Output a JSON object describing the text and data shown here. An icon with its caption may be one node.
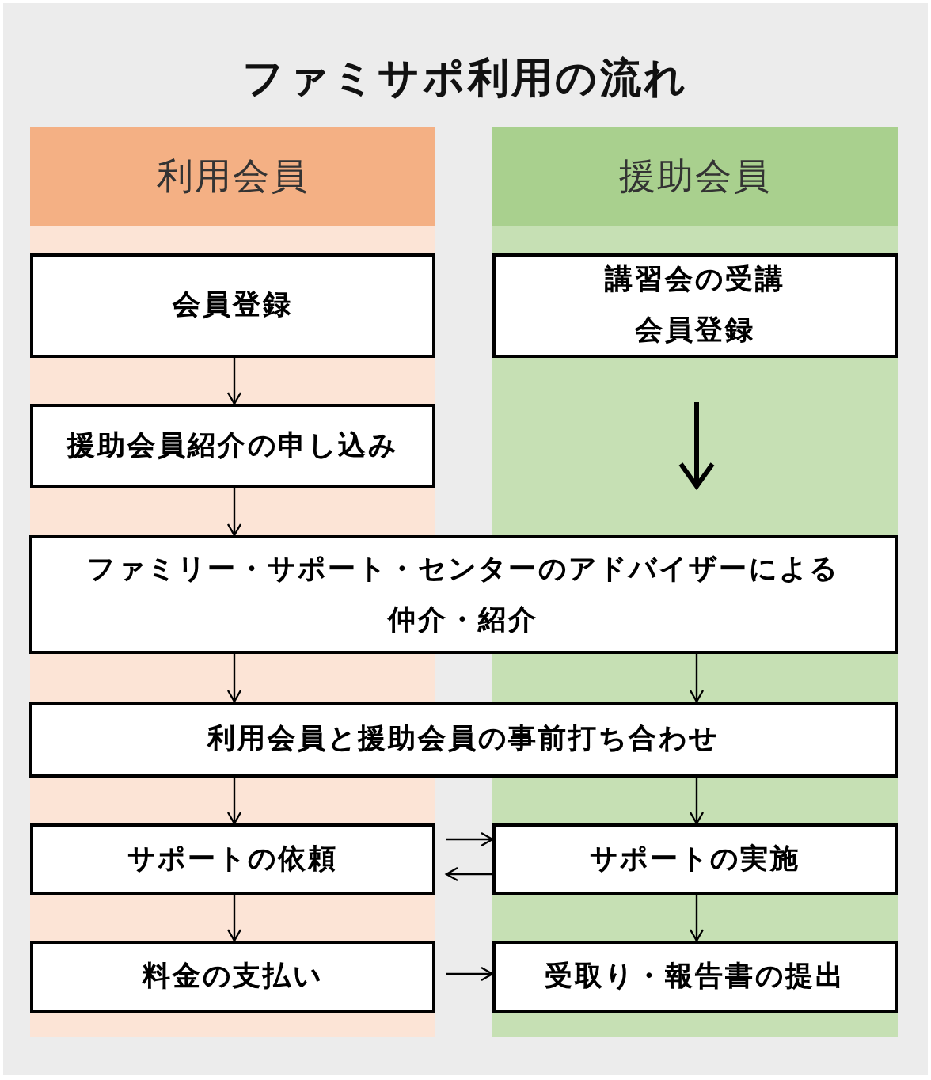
{
  "diagram": {
    "title": "ファミサポ利用の流れ",
    "nodes": [
      {
        "text": [
          "利用会員"
        ]
      },
      {
        "text": [
          "援助会員"
        ]
      },
      {
        "text": [
          "会員登録"
        ],
        "in": 0
      },
      {
        "text": [
          "講習会の受講",
          "会員登録"
        ],
        "in": 1
      },
      {
        "text": [
          "援助会員紹介の申し込み"
        ],
        "in": 0
      },
      {
        "text": [
          "ファミリー・サポート・センターのアドバイザーによる仲介・紹介"
        ]
      },
      {
        "text": [
          "利用会員と援助会員の事前打ち合わせ"
        ]
      },
      {
        "text": [
          "サポートの依頼"
        ],
        "in": 0
      },
      {
        "text": [
          "サポートの実施"
        ],
        "in": 1
      },
      {
        "text": [
          "料金の支払い"
        ],
        "in": 0
      },
      {
        "text": [
          "受取り・報告書の提出"
        ],
        "in": 1
      }
    ],
    "edges": [
      {
        "from": 2,
        "to": 4,
        "arrow": "to"
      },
      {
        "from": 4,
        "to": 5,
        "arrow": "to"
      },
      {
        "from": 3,
        "to": 5,
        "arrow": "to",
        "style": "thick"
      },
      {
        "from": 5,
        "to": 6,
        "arrow": "to"
      },
      {
        "from": 5,
        "to": 6,
        "arrow": "to"
      },
      {
        "from": 6,
        "to": 7,
        "arrow": "to"
      },
      {
        "from": 6,
        "to": 8,
        "arrow": "to"
      },
      {
        "from": 7,
        "to": 8,
        "arrow": "to"
      },
      {
        "from": 8,
        "to": 7,
        "arrow": "to"
      },
      {
        "from": 7,
        "to": 9,
        "arrow": "to"
      },
      {
        "from": 8,
        "to": 10,
        "arrow": "to"
      },
      {
        "from": 9,
        "to": 10,
        "arrow": "to"
      }
    ]
  }
}
